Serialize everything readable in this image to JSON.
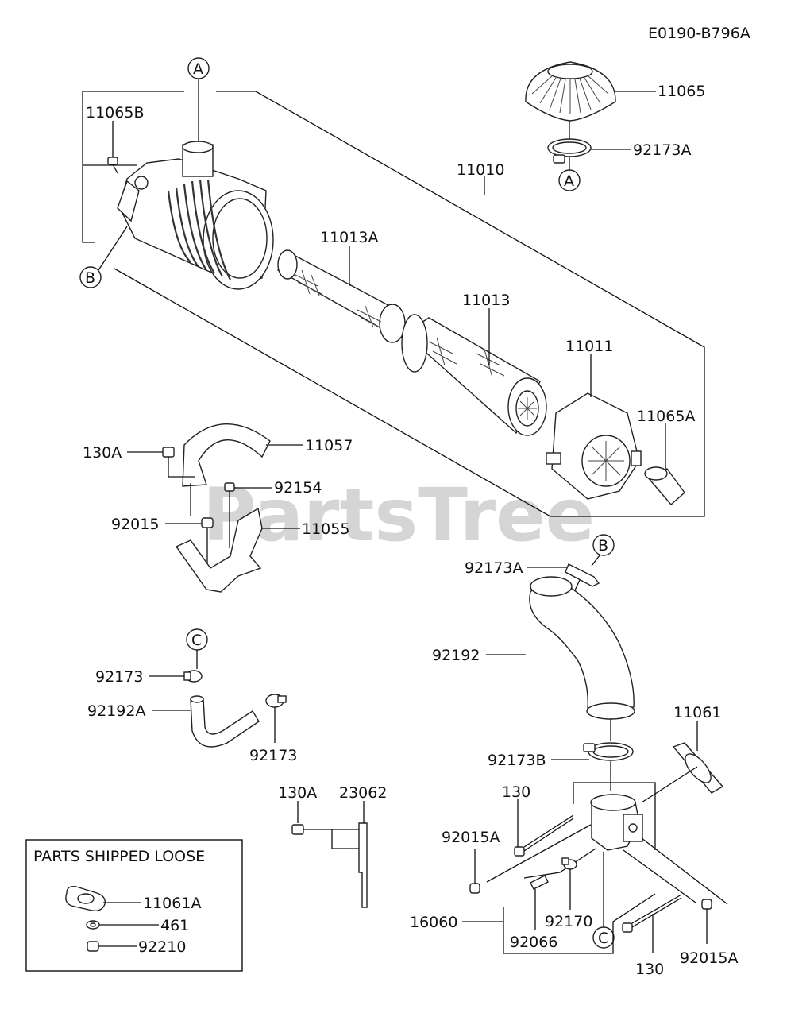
{
  "diagram_code": "E0190-B796A",
  "watermark": "PartsTree",
  "callouts": {
    "a": "A",
    "b": "B",
    "c": "C"
  },
  "parts_box_title": "PARTS SHIPPED LOOSE",
  "labels": {
    "p11065": "11065",
    "p92173A_top": "92173A",
    "p11065B": "11065B",
    "p11010": "11010",
    "p11013A": "11013A",
    "p11013": "11013",
    "p11011": "11011",
    "p11065A": "11065A",
    "p130A_bracket": "130A",
    "p11057": "11057",
    "p92154": "92154",
    "p92015": "92015",
    "p11055": "11055",
    "p92173A_hose": "92173A",
    "p92192": "92192",
    "p92173_top": "92173",
    "p92192A": "92192A",
    "p92173_bottom": "92173",
    "p11061": "11061",
    "p92173B": "92173B",
    "p130A_lower": "130A",
    "p23062": "23062",
    "p130_top": "130",
    "p92015A_left": "92015A",
    "p11061A": "11061A",
    "p461": "461",
    "p92210": "92210",
    "p16060": "16060",
    "p92066": "92066",
    "p92170": "92170",
    "p130_bottom": "130",
    "p92015A_right": "92015A"
  }
}
